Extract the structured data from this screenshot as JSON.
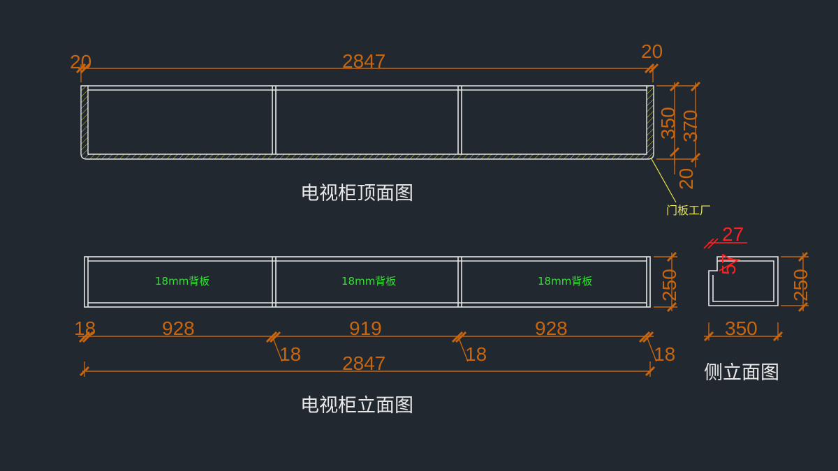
{
  "colors": {
    "background": "#212830",
    "dimension": "#c8650f",
    "outline": "#e6e6e6",
    "backboard_label": "#33e033",
    "leader_label": "#e8e34a",
    "highlight_dim": "#ff2020"
  },
  "top_view": {
    "title": "电视柜顶面图",
    "dim_left": "20",
    "dim_total": "2847",
    "dim_right": "20",
    "dim_depth_inner": "350",
    "dim_depth_outer": "370",
    "dim_panel": "20",
    "leader_label": "门板工厂"
  },
  "front_view": {
    "title": "电视柜立面图",
    "backboard_labels": [
      "18mm背板",
      "18mm背板",
      "18mm背板"
    ],
    "dim_height": "250",
    "dim_seg_left": "928",
    "dim_seg_mid": "919",
    "dim_seg_right": "928",
    "dim_panels": [
      "18",
      "18",
      "18",
      "18"
    ],
    "dim_total": "2847"
  },
  "side_view": {
    "title": "侧立面图",
    "dim_top": "27",
    "dim_notch": "57",
    "dim_height": "250",
    "dim_width": "350"
  }
}
